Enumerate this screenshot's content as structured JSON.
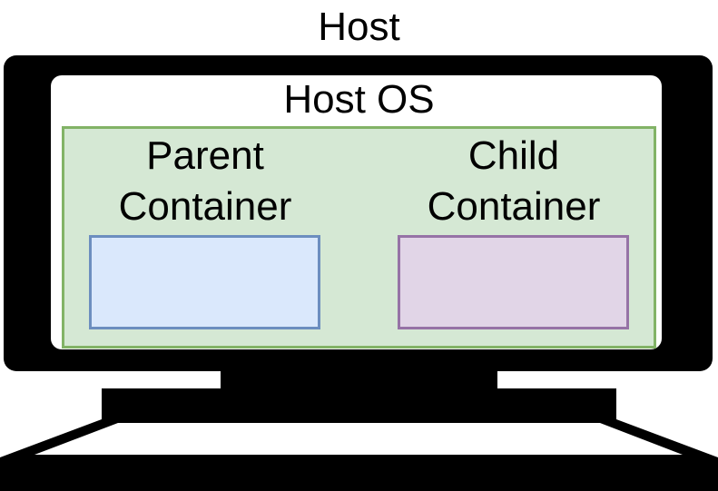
{
  "host": {
    "title": "Host"
  },
  "host_os": {
    "title": "Host OS"
  },
  "containers": {
    "parent": {
      "label_line1": "Parent",
      "label_line2": "Container",
      "fill": "#dae8fc",
      "stroke": "#6c8ebf"
    },
    "child": {
      "label_line1": "Child",
      "label_line2": "Container",
      "fill": "#e1d5e7",
      "stroke": "#9673a6"
    }
  },
  "colors": {
    "monitor": "#000000",
    "os_area": "#ffffff",
    "runtime_fill": "#d5e8d4",
    "runtime_stroke": "#82b366"
  }
}
